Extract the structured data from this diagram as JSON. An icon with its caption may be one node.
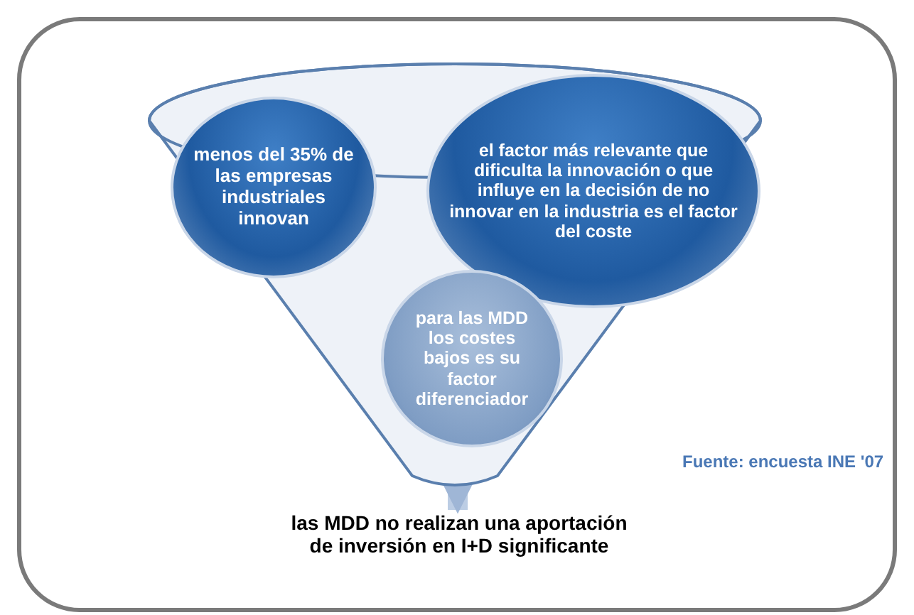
{
  "diagram": {
    "nodes": [
      {
        "text": [],
        "shape": "funnel"
      },
      {
        "text": [
          "menos del 35% de las empresas industriales innovan"
        ],
        "in": 0
      },
      {
        "text": [
          "el factor más relevante que dificulta la innovación o que influye en la decisión de no innovar en la industria es el factor del coste"
        ],
        "in": 0
      },
      {
        "text": [
          "para las MDD los costes bajos es su factor diferenciador"
        ],
        "in": 0
      },
      {
        "text": [
          "las MDD no realizan una aportación de inversión en I+D significante"
        ]
      }
    ],
    "edges": [
      {
        "from": 0,
        "to": 4,
        "arrow": "to"
      }
    ],
    "labels": [
      "Fuente: encuesta INE '07"
    ]
  }
}
